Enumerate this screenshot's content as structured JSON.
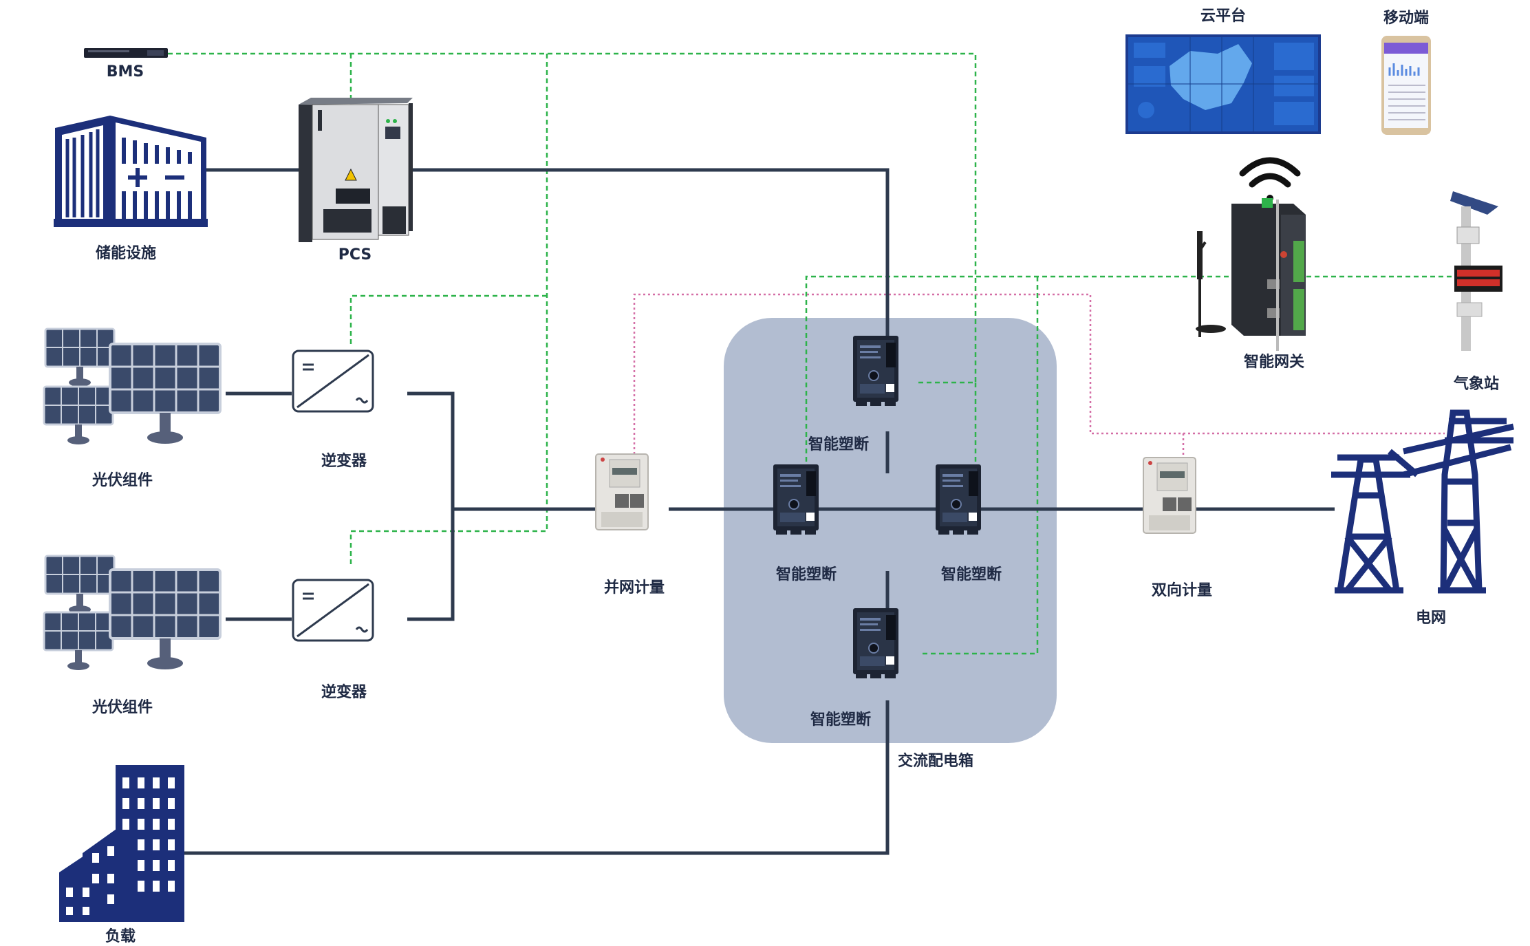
{
  "labels": {
    "bms": "BMS",
    "storage": "储能设施",
    "pcs": "PCS",
    "pv1": "光伏组件",
    "inverter1": "逆变器",
    "pv2": "光伏组件",
    "inverter2": "逆变器",
    "load": "负载",
    "grid_meter": "并网计量",
    "breaker_top": "智能塑断",
    "breaker_left": "智能塑断",
    "breaker_right": "智能塑断",
    "breaker_bottom": "智能塑断",
    "ac_box": "交流配电箱",
    "bi_meter": "双向计量",
    "grid": "电网",
    "cloud": "云平台",
    "mobile": "移动端",
    "gateway": "智能网关",
    "weather": "气象站"
  },
  "colors": {
    "power_line": "#2e3a4e",
    "comm_line": "#2db34a",
    "meter_line": "#d46ea6",
    "icon_navy": "#1c2f7a",
    "box_fill": "#b2bdd1"
  },
  "icons": [
    "bms-rack-icon",
    "storage-facility-icon",
    "pcs-cabinet-icon",
    "solar-panel-icon",
    "inverter-icon",
    "building-icon",
    "energy-meter-icon",
    "circuit-breaker-icon",
    "power-tower-icon",
    "dashboard-screen-icon",
    "smartphone-icon",
    "gateway-device-icon",
    "wifi-icon",
    "weather-station-icon"
  ]
}
